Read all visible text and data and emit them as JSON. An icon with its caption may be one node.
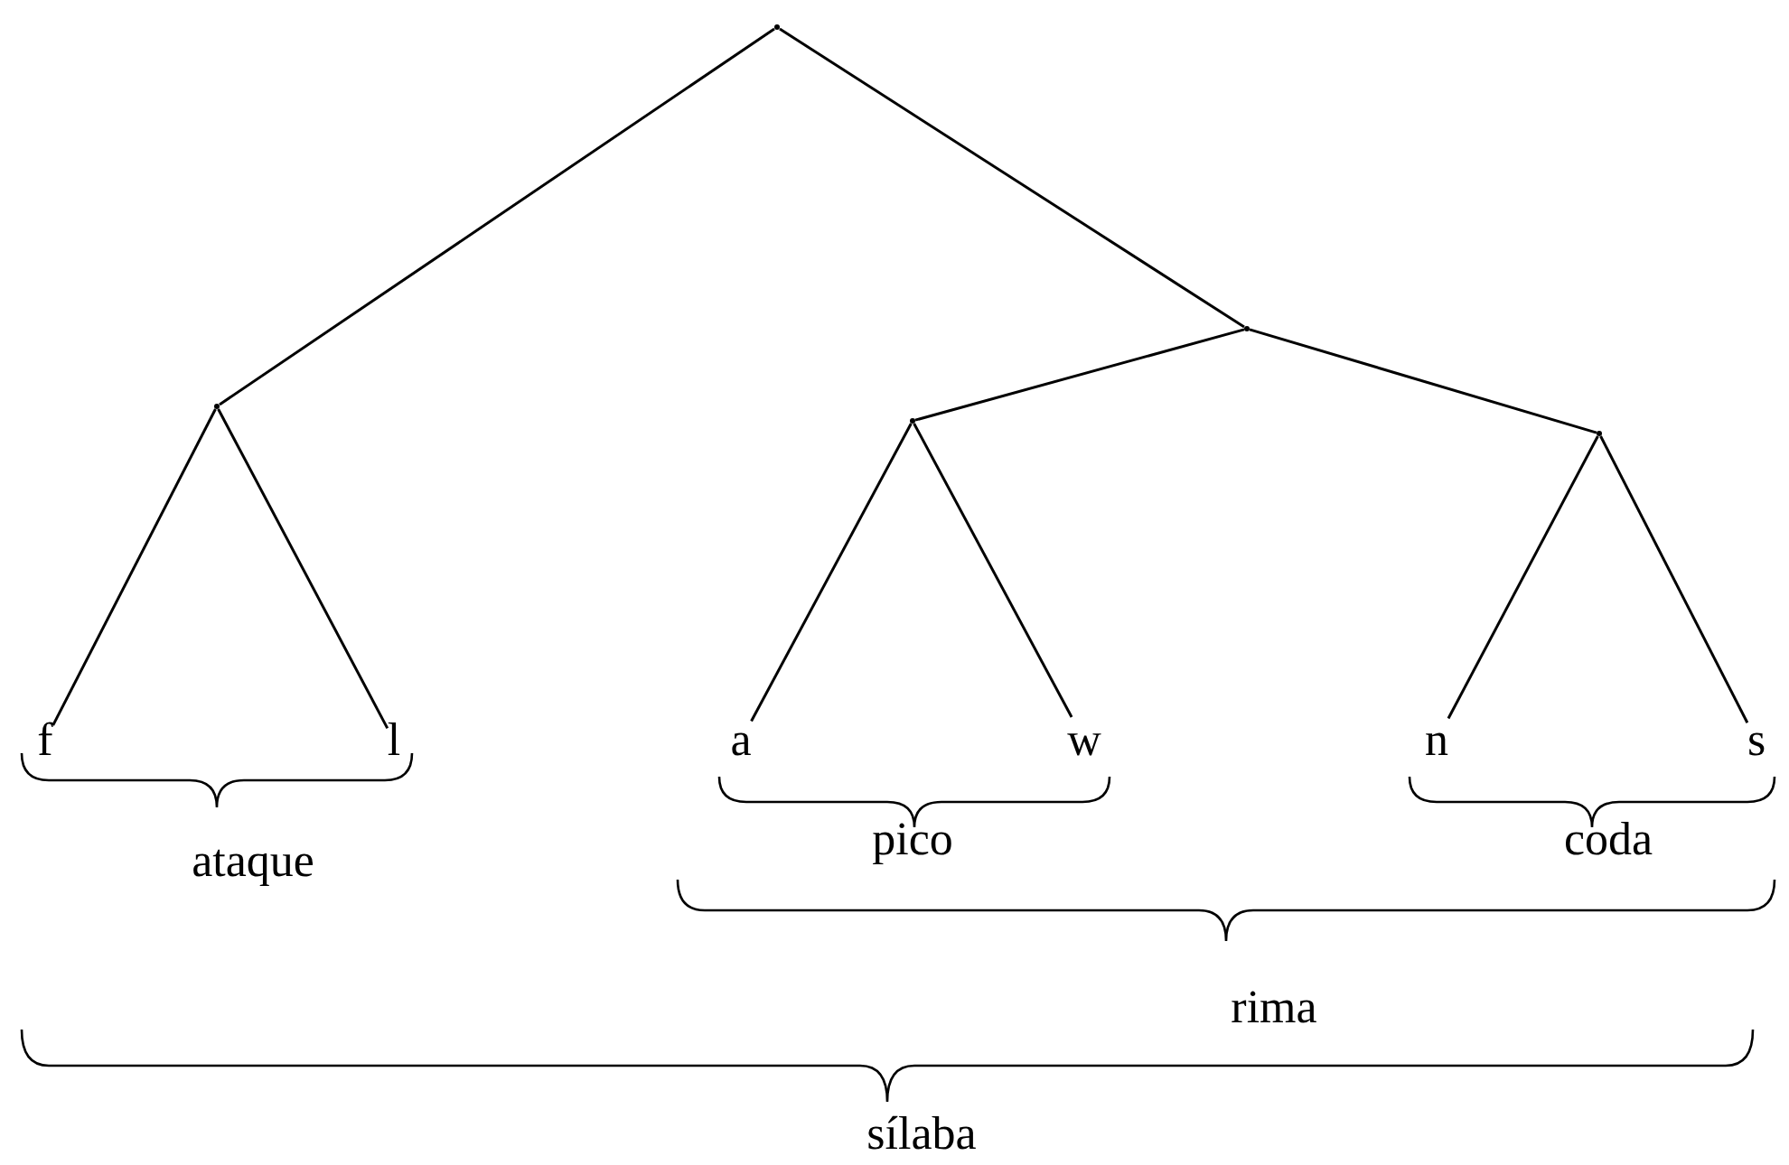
{
  "diagram": {
    "nodes": [
      {
        "text": [],
        "shape": "point"
      },
      {
        "text": [],
        "shape": "point"
      },
      {
        "text": [],
        "shape": "point"
      },
      {
        "text": [],
        "shape": "point"
      },
      {
        "text": [],
        "shape": "point"
      },
      {
        "text": [
          "f"
        ]
      },
      {
        "text": [
          "l"
        ]
      },
      {
        "text": [
          "a"
        ]
      },
      {
        "text": [
          "w"
        ]
      },
      {
        "text": [
          "n"
        ]
      },
      {
        "text": [
          "s"
        ]
      }
    ],
    "edges": [
      {
        "from": 0,
        "to": 1,
        "arrow": "none"
      },
      {
        "from": 0,
        "to": 2,
        "arrow": "none"
      },
      {
        "from": 1,
        "to": 5,
        "arrow": "none"
      },
      {
        "from": 1,
        "to": 6,
        "arrow": "none"
      },
      {
        "from": 2,
        "to": 3,
        "arrow": "none"
      },
      {
        "from": 2,
        "to": 4,
        "arrow": "none"
      },
      {
        "from": 3,
        "to": 7,
        "arrow": "none"
      },
      {
        "from": 3,
        "to": 8,
        "arrow": "none"
      },
      {
        "from": 4,
        "to": 9,
        "arrow": "none"
      },
      {
        "from": 4,
        "to": 10,
        "arrow": "none"
      }
    ],
    "labels": [
      "ataque",
      "pico",
      "coda",
      "rima",
      "sílaba"
    ]
  }
}
